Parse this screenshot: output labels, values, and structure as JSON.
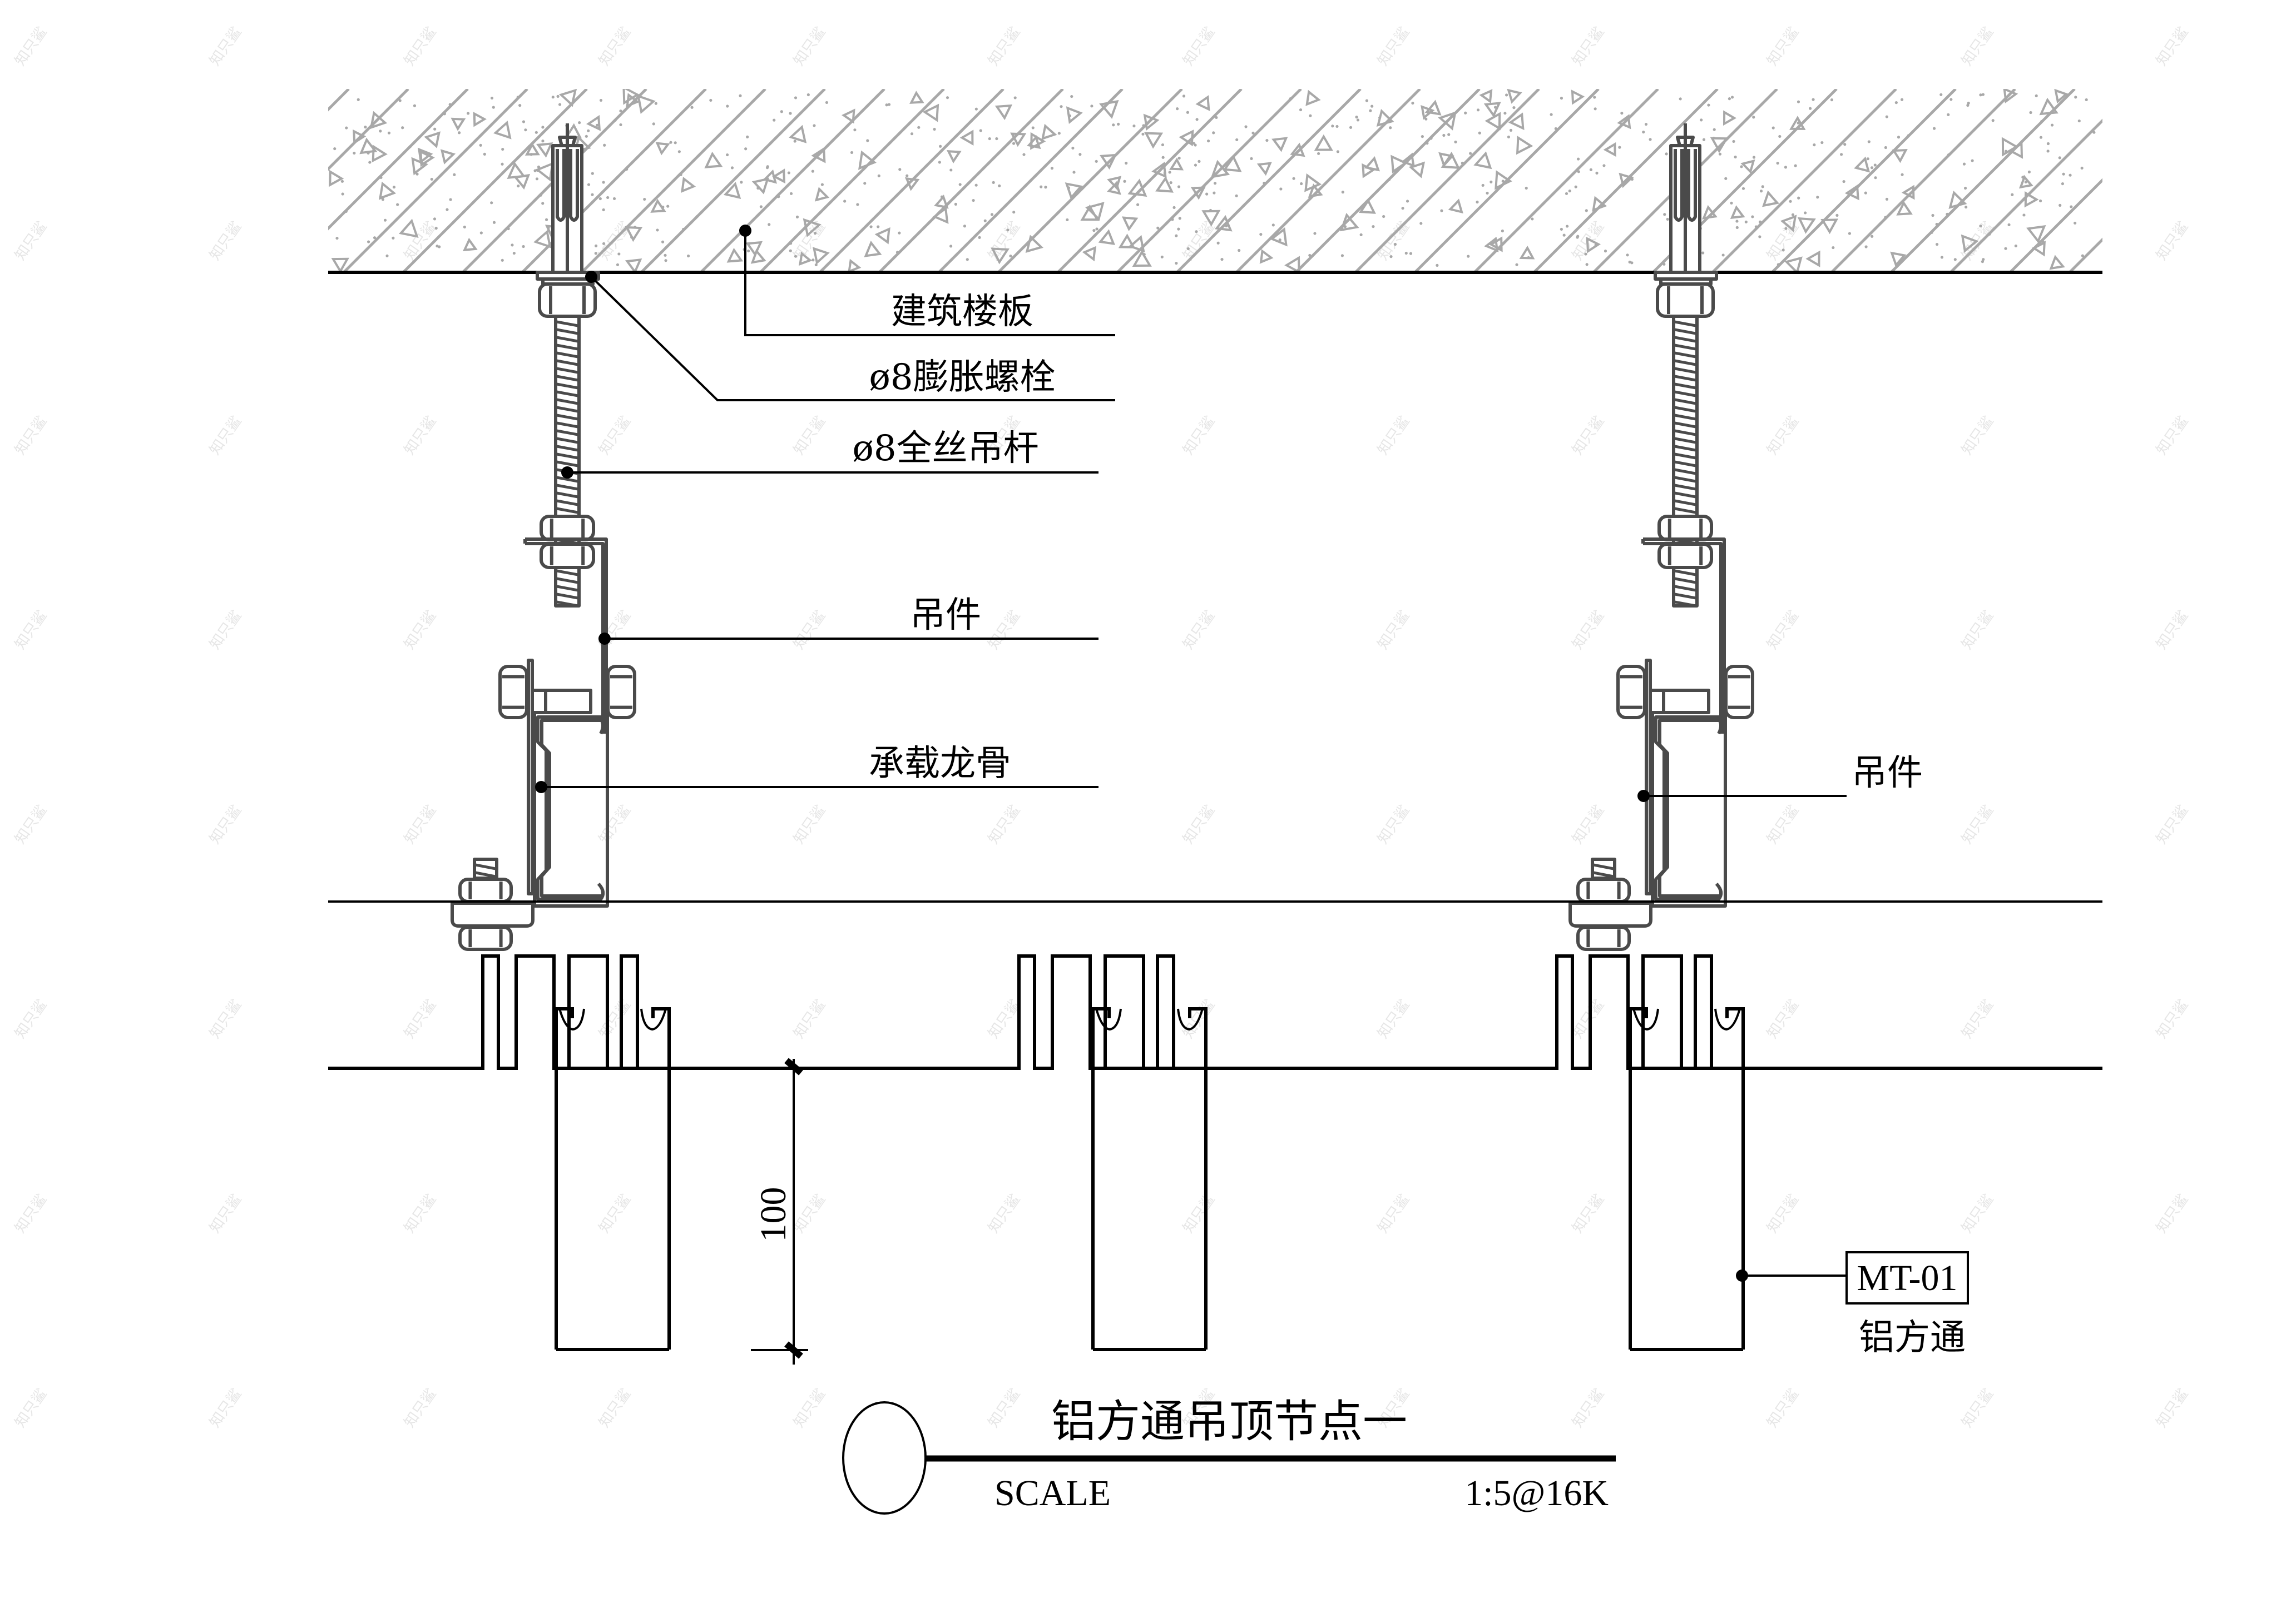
{
  "drawing": {
    "title": "铝方通吊顶节点一",
    "scale_label": "SCALE",
    "scale_value": "1:5@16K",
    "watermark_text": "知只鲨"
  },
  "labels": {
    "floor_slab": "建筑楼板",
    "expansion_bolt": "ø8膨胀螺栓",
    "threaded_rod": "ø8全丝吊杆",
    "hanger_left": "吊件",
    "main_keel": "承载龙骨",
    "hanger_right": "吊件",
    "material_code": "MT-01",
    "material_name": "铝方通"
  },
  "dimensions": {
    "tube_height": "100"
  },
  "colors": {
    "line": "#000000",
    "component": "#4a4a4a",
    "hatch": "#a8a8a8"
  }
}
